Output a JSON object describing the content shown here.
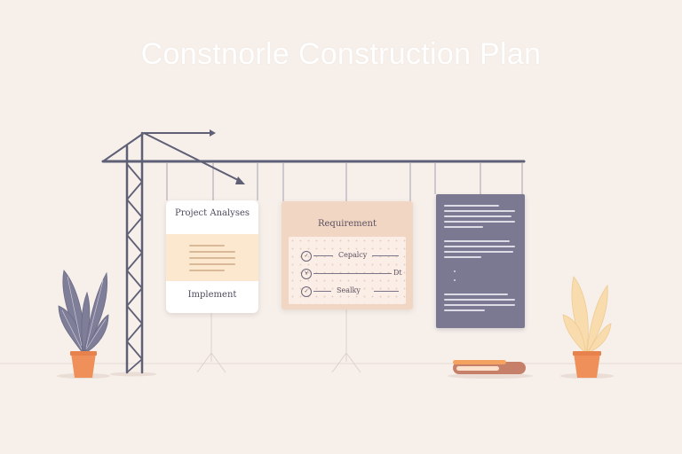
{
  "title": "Constnorle Construction Plan",
  "cards": {
    "analysis": {
      "title": "Project Analyses",
      "subtitle": "",
      "footer": "Implement"
    },
    "requirement": {
      "title": "Requirement",
      "rows": [
        {
          "marker": "✓",
          "label": "Cepalcy"
        },
        {
          "marker": "∀",
          "label": "Dt"
        },
        {
          "marker": "✓",
          "label": "Sealky"
        }
      ]
    },
    "notes": {
      "paragraphs": 3
    }
  },
  "colors": {
    "background": "#f6efea",
    "crane": "#5f6076",
    "card_peach": "#fbe8cf",
    "card_pink": "#f1d6c3",
    "card_slate": "#7b7992",
    "pot": "#ef8f5a",
    "leaf_grey": "#7f7e98",
    "leaf_peach": "#f8dcae"
  },
  "icons": [
    "crane-icon",
    "plant-icon",
    "plank-icon",
    "checkmark-icon"
  ]
}
